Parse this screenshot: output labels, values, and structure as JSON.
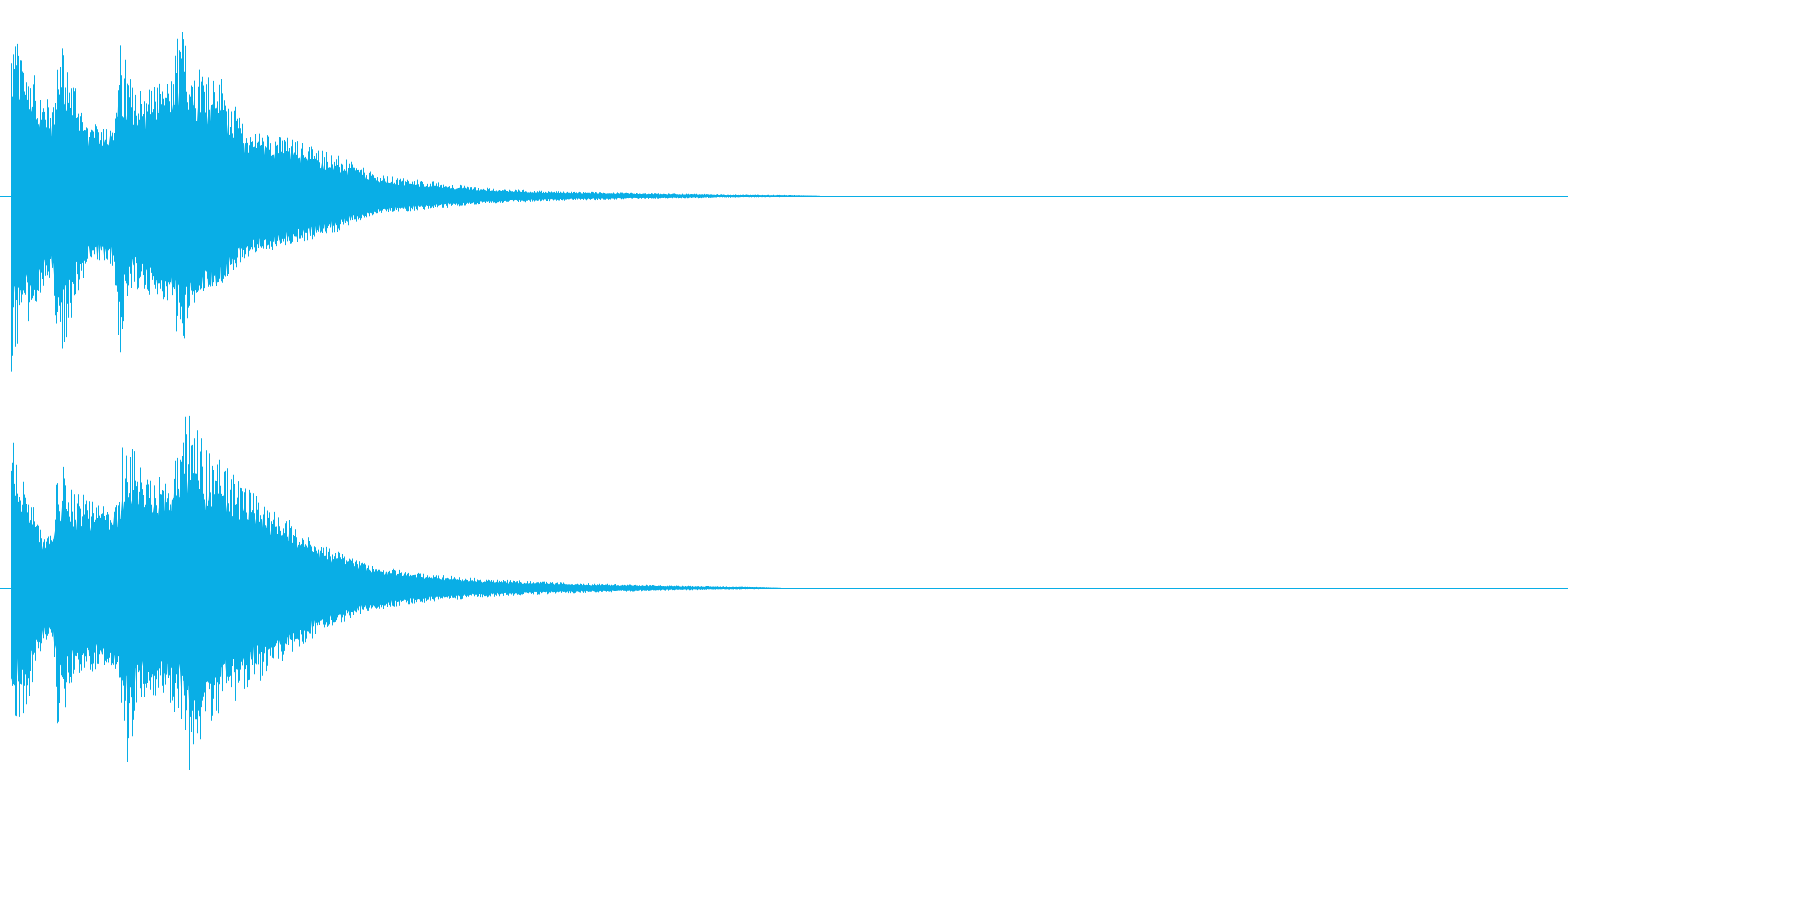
{
  "colors": {
    "background": "#ffffff",
    "waveform": "#09aee6"
  },
  "channels": [
    {
      "name": "",
      "envelope": [
        {
          "t": 0.0,
          "peak_top": 0.98,
          "peak_bottom": 0.99,
          "body": 0.58
        },
        {
          "t": 0.01,
          "peak_top": 0.8,
          "peak_bottom": 0.8,
          "body": 0.56
        },
        {
          "t": 0.018,
          "peak_top": 0.6,
          "peak_bottom": 0.55,
          "body": 0.45
        },
        {
          "t": 0.027,
          "peak_top": 0.52,
          "peak_bottom": 0.45,
          "body": 0.42
        },
        {
          "t": 0.03,
          "peak_top": 0.93,
          "peak_bottom": 1.0,
          "body": 0.6
        },
        {
          "t": 0.04,
          "peak_top": 0.7,
          "peak_bottom": 0.65,
          "body": 0.48
        },
        {
          "t": 0.05,
          "peak_top": 0.4,
          "peak_bottom": 0.35,
          "body": 0.33
        },
        {
          "t": 0.066,
          "peak_top": 0.42,
          "peak_bottom": 0.4,
          "body": 0.35
        },
        {
          "t": 0.069,
          "peak_top": 0.93,
          "peak_bottom": 0.95,
          "body": 0.55
        },
        {
          "t": 0.078,
          "peak_top": 0.62,
          "peak_bottom": 0.52,
          "body": 0.45
        },
        {
          "t": 0.09,
          "peak_top": 0.63,
          "peak_bottom": 0.56,
          "body": 0.48
        },
        {
          "t": 0.104,
          "peak_top": 0.68,
          "peak_bottom": 0.62,
          "body": 0.52
        },
        {
          "t": 0.107,
          "peak_top": 1.0,
          "peak_bottom": 1.0,
          "body": 0.62
        },
        {
          "t": 0.118,
          "peak_top": 0.78,
          "peak_bottom": 0.6,
          "body": 0.55
        },
        {
          "t": 0.135,
          "peak_top": 0.68,
          "peak_bottom": 0.5,
          "body": 0.5
        },
        {
          "t": 0.15,
          "peak_top": 0.38,
          "peak_bottom": 0.35,
          "body": 0.3
        },
        {
          "t": 0.18,
          "peak_top": 0.33,
          "peak_bottom": 0.28,
          "body": 0.25
        },
        {
          "t": 0.205,
          "peak_top": 0.25,
          "peak_bottom": 0.22,
          "body": 0.18
        },
        {
          "t": 0.235,
          "peak_top": 0.12,
          "peak_bottom": 0.1,
          "body": 0.09
        },
        {
          "t": 0.265,
          "peak_top": 0.09,
          "peak_bottom": 0.08,
          "body": 0.06
        },
        {
          "t": 0.3,
          "peak_top": 0.05,
          "peak_bottom": 0.05,
          "body": 0.035
        },
        {
          "t": 0.34,
          "peak_top": 0.03,
          "peak_bottom": 0.03,
          "body": 0.02
        },
        {
          "t": 0.4,
          "peak_top": 0.018,
          "peak_bottom": 0.018,
          "body": 0.012
        },
        {
          "t": 0.46,
          "peak_top": 0.01,
          "peak_bottom": 0.01,
          "body": 0.006
        },
        {
          "t": 0.51,
          "peak_top": 0.005,
          "peak_bottom": 0.005,
          "body": 0.003
        },
        {
          "t": 0.52,
          "peak_top": 0.0,
          "peak_bottom": 0.0,
          "body": 0.0
        },
        {
          "t": 1.0,
          "peak_top": 0.0,
          "peak_bottom": 0.0,
          "body": 0.0
        }
      ]
    },
    {
      "name": "",
      "envelope": [
        {
          "t": 0.0,
          "peak_top": 0.78,
          "peak_bottom": 0.78,
          "body": 0.5
        },
        {
          "t": 0.01,
          "peak_top": 0.52,
          "peak_bottom": 0.65,
          "body": 0.42
        },
        {
          "t": 0.02,
          "peak_top": 0.28,
          "peak_bottom": 0.28,
          "body": 0.25
        },
        {
          "t": 0.027,
          "peak_top": 0.27,
          "peak_bottom": 0.25,
          "body": 0.24
        },
        {
          "t": 0.03,
          "peak_top": 0.68,
          "peak_bottom": 0.78,
          "body": 0.45
        },
        {
          "t": 0.04,
          "peak_top": 0.52,
          "peak_bottom": 0.45,
          "body": 0.38
        },
        {
          "t": 0.06,
          "peak_top": 0.42,
          "peak_bottom": 0.42,
          "body": 0.36
        },
        {
          "t": 0.069,
          "peak_top": 0.45,
          "peak_bottom": 0.42,
          "body": 0.38
        },
        {
          "t": 0.073,
          "peak_top": 0.96,
          "peak_bottom": 1.0,
          "body": 0.55
        },
        {
          "t": 0.082,
          "peak_top": 0.65,
          "peak_bottom": 0.6,
          "body": 0.48
        },
        {
          "t": 0.1,
          "peak_top": 0.58,
          "peak_bottom": 0.55,
          "body": 0.48
        },
        {
          "t": 0.11,
          "peak_top": 0.72,
          "peak_bottom": 0.75,
          "body": 0.52
        },
        {
          "t": 0.113,
          "peak_top": 1.0,
          "peak_bottom": 1.0,
          "body": 0.62
        },
        {
          "t": 0.125,
          "peak_top": 0.72,
          "peak_bottom": 0.72,
          "body": 0.52
        },
        {
          "t": 0.15,
          "peak_top": 0.55,
          "peak_bottom": 0.55,
          "body": 0.42
        },
        {
          "t": 0.175,
          "peak_top": 0.38,
          "peak_bottom": 0.38,
          "body": 0.3
        },
        {
          "t": 0.2,
          "peak_top": 0.22,
          "peak_bottom": 0.22,
          "body": 0.18
        },
        {
          "t": 0.23,
          "peak_top": 0.12,
          "peak_bottom": 0.12,
          "body": 0.1
        },
        {
          "t": 0.26,
          "peak_top": 0.08,
          "peak_bottom": 0.08,
          "body": 0.06
        },
        {
          "t": 0.3,
          "peak_top": 0.05,
          "peak_bottom": 0.05,
          "body": 0.035
        },
        {
          "t": 0.35,
          "peak_top": 0.03,
          "peak_bottom": 0.03,
          "body": 0.02
        },
        {
          "t": 0.42,
          "peak_top": 0.014,
          "peak_bottom": 0.014,
          "body": 0.009
        },
        {
          "t": 0.48,
          "peak_top": 0.006,
          "peak_bottom": 0.006,
          "body": 0.004
        },
        {
          "t": 0.495,
          "peak_top": 0.0,
          "peak_bottom": 0.0,
          "body": 0.0
        },
        {
          "t": 1.0,
          "peak_top": 0.0,
          "peak_bottom": 0.0,
          "body": 0.0
        }
      ]
    }
  ]
}
